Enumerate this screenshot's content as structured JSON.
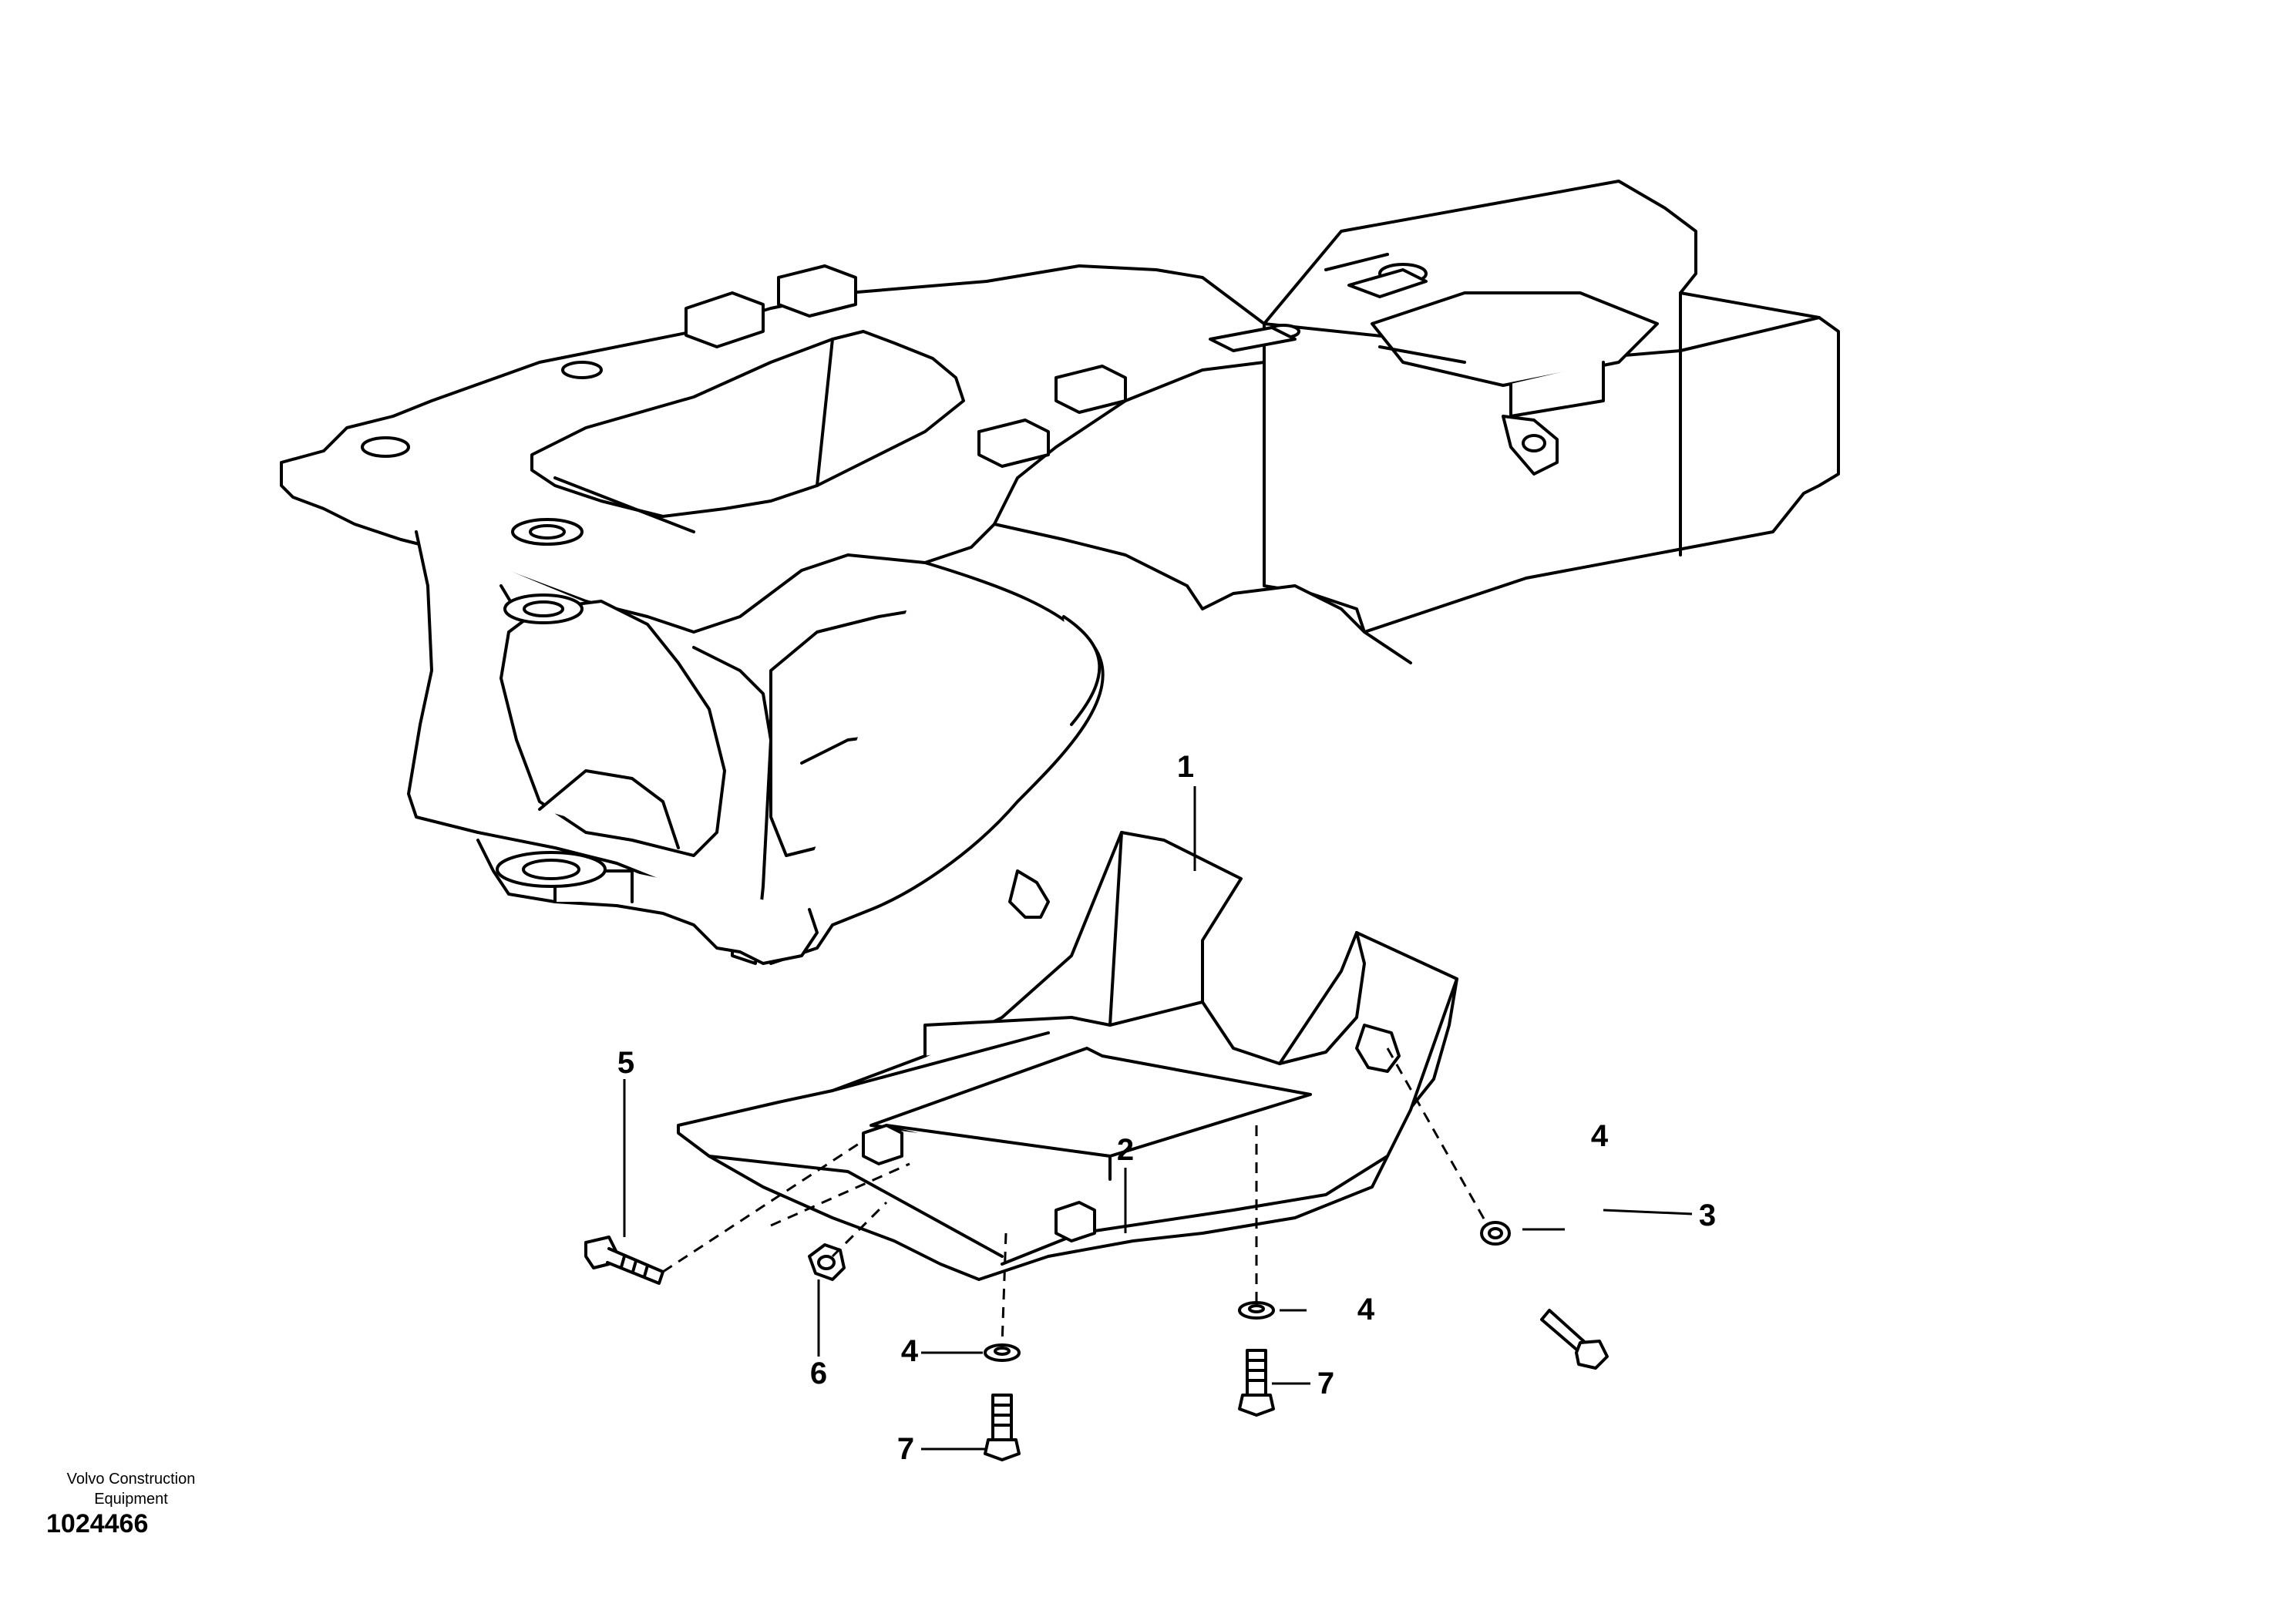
{
  "diagram": {
    "callouts": [
      {
        "id": "c1",
        "label": "1"
      },
      {
        "id": "c2",
        "label": "2"
      },
      {
        "id": "c3",
        "label": "3"
      },
      {
        "id": "c4a",
        "label": "4"
      },
      {
        "id": "c4b",
        "label": "4"
      },
      {
        "id": "c4c",
        "label": "4"
      },
      {
        "id": "c5",
        "label": "5"
      },
      {
        "id": "c6",
        "label": "6"
      },
      {
        "id": "c7a",
        "label": "7"
      },
      {
        "id": "c7b",
        "label": "7"
      }
    ],
    "brand_line1": "Volvo Construction",
    "brand_line2": "Equipment",
    "drawing_id": "1024466"
  }
}
